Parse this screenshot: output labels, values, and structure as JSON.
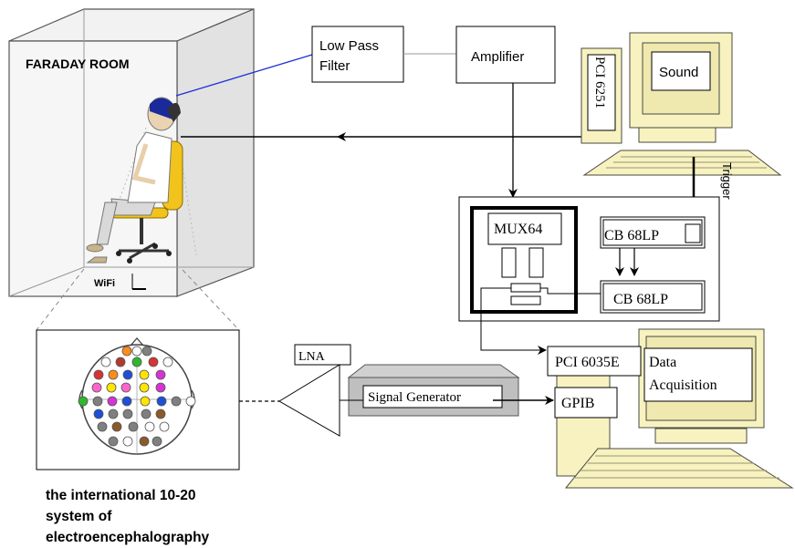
{
  "faraday_room": {
    "label": "FARADAY ROOM",
    "wifi": "WiFi"
  },
  "blocks": {
    "low_pass_filter": [
      "Low Pass",
      "Filter"
    ],
    "amplifier": "Amplifier",
    "mux": "MUX64",
    "cb_top": "CB 68LP",
    "cb_bottom": "CB 68LP",
    "lna": "LNA",
    "signal_generator": "Signal Generator",
    "pci_6251": "PCI 6251",
    "sound": "Sound",
    "trigger": "Trigger",
    "pci_6035e": "PCI 6035E",
    "data_acquisition": [
      "Data",
      "Acquisition"
    ],
    "gpib": "GPIB"
  },
  "caption": [
    "the international 10-20",
    "system of",
    "electroencephalography"
  ],
  "colors": {
    "electrode_wire": "#1f2fd6",
    "headset": "#1a2a9a",
    "chair": "#f2c31d",
    "computer_body": "#f7f2c0",
    "computer_outline": "#4a4a40"
  },
  "electrodes": [
    "#ff8c1a",
    "#ffffff",
    "#808080",
    "#ffffff",
    "#b03a2e",
    "#2db82d",
    "#d63333",
    "#ffffff",
    "#d63333",
    "#ff8c1a",
    "#1f4fd6",
    "#ffe600",
    "#d633d6",
    "#ff66cc",
    "#ffe600",
    "#ff66cc",
    "#ffe600",
    "#d633d6",
    "#2db82d",
    "#808080",
    "#d633d6",
    "#1f4fd6",
    "#ffe600",
    "#1f4fd6",
    "#808080",
    "#ffffff",
    "#1f4fd6",
    "#808080",
    "#808080",
    "#808080",
    "#8b5a2b",
    "#808080",
    "#8b5a2b",
    "#808080",
    "#ffffff",
    "#ffffff",
    "#808080",
    "#ffffff",
    "#8b5a2b",
    "#808080"
  ]
}
